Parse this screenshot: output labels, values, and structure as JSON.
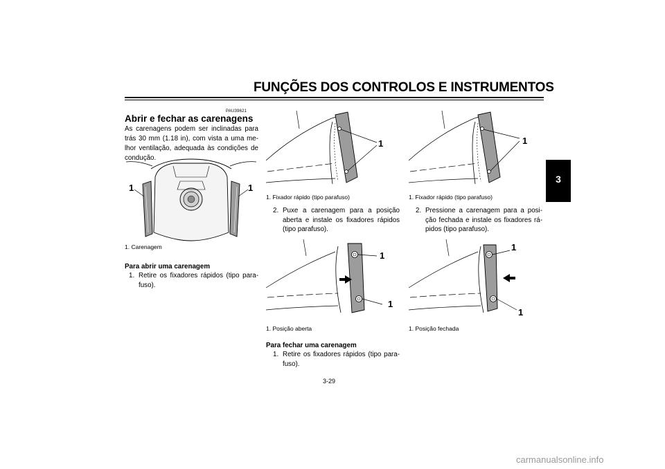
{
  "header": {
    "title": "FUNÇÕES DOS CONTROLOS E INSTRUMENTOS"
  },
  "side_tab": {
    "label": "3"
  },
  "section": {
    "code": "PAU39621",
    "title": "Abrir e fechar as carenagens",
    "intro": "As carenagens podem ser inclinadas para trás 30 mm (1.18 in), com vista a uma me-lhor ventilação, adequada às condições de condução."
  },
  "figure_tank": {
    "callout_left": "1",
    "callout_right": "1",
    "caption": "1. Carenagem"
  },
  "open_procedure": {
    "heading": "Para abrir uma carenagem",
    "step1_num": "1.",
    "step1_text": "Retire os fixadores rápidos (tipo para-fuso).",
    "step2_num": "2.",
    "step2_text": "Puxe a carenagem para a posição aberta e instale os fixadores rápidos (tipo parafuso)."
  },
  "figure_open_fasteners": {
    "callout": "1",
    "caption": "1. Fixador rápido (tipo parafuso)"
  },
  "figure_open_position": {
    "callout_top": "1",
    "callout_bottom": "1",
    "caption": "1. Posição aberta"
  },
  "close_procedure": {
    "heading": "Para fechar uma carenagem",
    "step1_num": "1.",
    "step1_text": "Retire os fixadores rápidos (tipo para-fuso).",
    "step2_num": "2.",
    "step2_text": "Pressione a carenagem para a posi-ção fechada e instale os fixadores rá-pidos (tipo parafuso)."
  },
  "figure_close_fasteners": {
    "callout": "1",
    "caption": "1. Fixador rápido (tipo parafuso)"
  },
  "figure_closed_position": {
    "callout_top": "1",
    "callout_bottom": "1",
    "caption": "1. Posição fechada"
  },
  "page_number": "3-29",
  "footer": {
    "watermark": "carmanualsonline.info"
  }
}
